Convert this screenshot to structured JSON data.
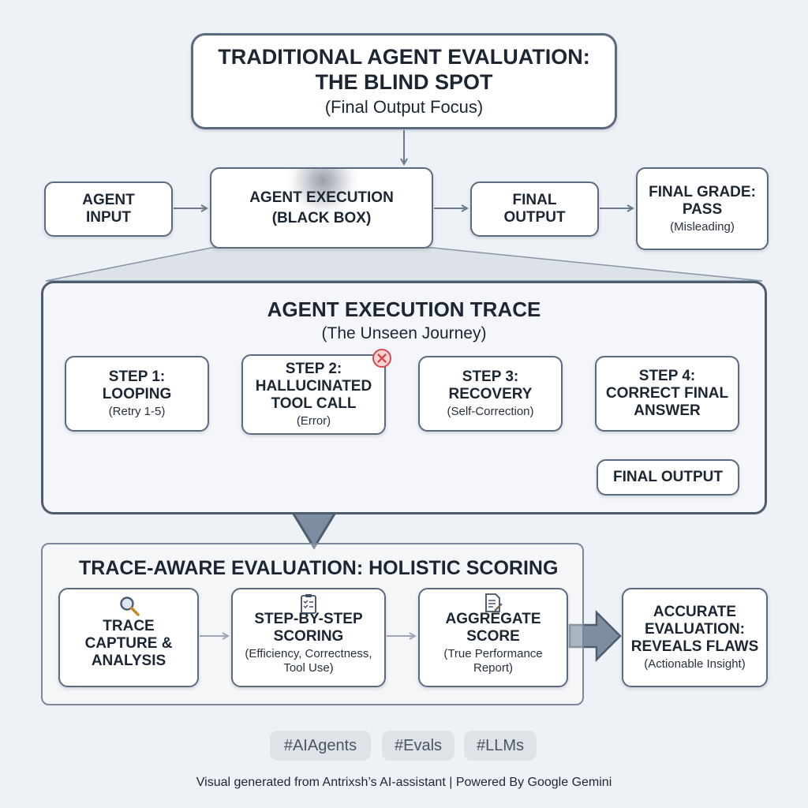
{
  "top": {
    "title_line1": "TRADITIONAL AGENT EVALUATION:",
    "title_line2": "THE BLIND SPOT",
    "subtitle": "(Final Output Focus)"
  },
  "flow": {
    "input_line1": "AGENT",
    "input_line2": "INPUT",
    "exec_line1": "AGENT EXECUTION",
    "exec_line2": "(BLACK BOX)",
    "output_line1": "FINAL",
    "output_line2": "OUTPUT",
    "grade_line1": "FINAL GRADE:",
    "grade_line2": "PASS",
    "grade_note": "(Misleading)"
  },
  "trace": {
    "title": "AGENT EXECUTION TRACE",
    "subtitle": "(The Unseen Journey)",
    "steps": [
      {
        "line1": "STEP 1:",
        "line2": "LOOPING",
        "note": "(Retry 1-5)"
      },
      {
        "line1": "STEP 2:",
        "line2": "HALLUCINATED",
        "line3": "TOOL CALL",
        "note": "(Error)"
      },
      {
        "line1": "STEP 3:",
        "line2": "RECOVERY",
        "note": "(Self-Correction)"
      },
      {
        "line1": "STEP 4:",
        "line2": "CORRECT FINAL",
        "line3": "ANSWER"
      }
    ],
    "final_output": "FINAL OUTPUT"
  },
  "eval": {
    "title": "TRACE-AWARE EVALUATION: HOLISTIC SCORING",
    "boxes": [
      {
        "line1": "TRACE",
        "line2": "CAPTURE &",
        "line3": "ANALYSIS",
        "icon": "magnifier-icon"
      },
      {
        "line1": "STEP-BY-STEP",
        "line2": "SCORING",
        "note1": "(Efficiency, Correctness,",
        "note2": "Tool Use)",
        "icon": "checklist-icon"
      },
      {
        "line1": "AGGREGATE",
        "line2": "SCORE",
        "note1": "(True Performance",
        "note2": "Report)",
        "icon": "report-icon"
      }
    ],
    "result_line1": "ACCURATE",
    "result_line2": "EVALUATION:",
    "result_line3": "REVEALS FLAWS",
    "result_note": "(Actionable Insight)"
  },
  "tags": [
    "#AIAgents",
    "#Evals",
    "#LLMs"
  ],
  "footer": "Visual generated from Antrixsh’s AI-assistant | Powered By Google Gemini",
  "colors": {
    "border": "#5a6b80",
    "arrow": "#6a7a8e",
    "error": "#d8484c",
    "background": "#eef1f5"
  }
}
